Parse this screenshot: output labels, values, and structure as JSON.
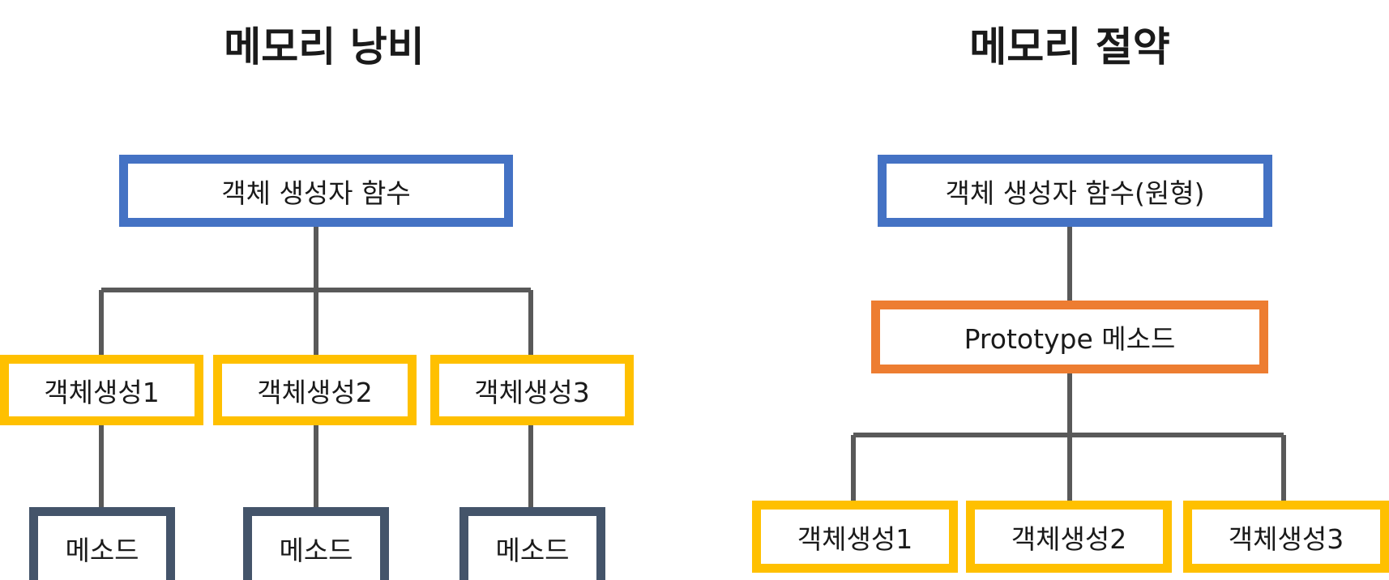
{
  "colors": {
    "constructor_border": "#4472C4",
    "object_border": "#FFC000",
    "prototype_border": "#ED7D31",
    "method_border": "#44546A",
    "connector": "#595959"
  },
  "left": {
    "title": "메모리 낭비",
    "constructor": "객체 생성자 함수",
    "objects": [
      "객체생성1",
      "객체생성2",
      "객체생성3"
    ],
    "methods": [
      "메소드",
      "메소드",
      "메소드"
    ]
  },
  "right": {
    "title": "메모리 절약",
    "constructor": "객체 생성자 함수(원형)",
    "prototype": "Prototype 메소드",
    "objects": [
      "객체생성1",
      "객체생성2",
      "객체생성3"
    ]
  }
}
